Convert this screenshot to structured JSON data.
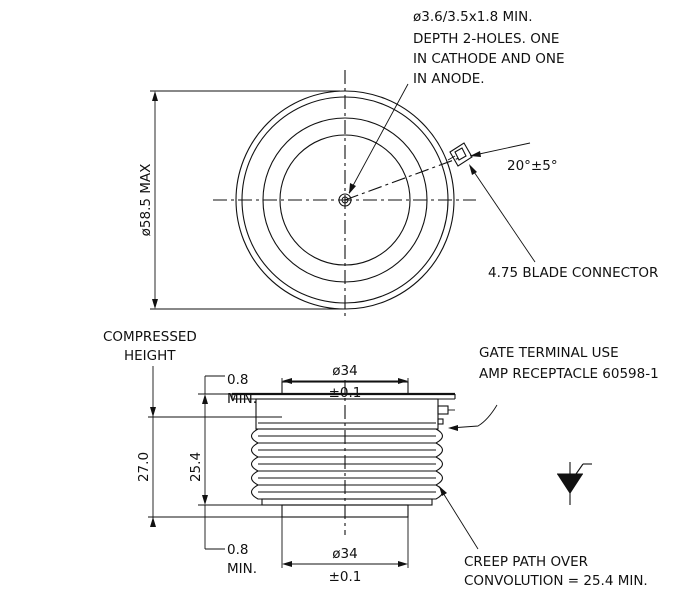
{
  "top_view": {
    "hole_note": [
      "ø3.6/3.5x1.8 MIN.",
      "DEPTH 2-HOLES. ONE",
      "IN CATHODE AND ONE",
      "IN ANODE."
    ],
    "diameter_label": "ø58.5 MAX",
    "angle_label": "20°±5°",
    "blade_label": "4.75 BLADE CONNECTOR"
  },
  "side_view": {
    "compressed_label": [
      "COMPRESSED",
      "HEIGHT"
    ],
    "gate_label": [
      "GATE TERMINAL USE",
      "AMP RECEPTACLE 60598-1"
    ],
    "top_gap": [
      "0.8",
      "MIN."
    ],
    "bottom_gap": [
      "0.8",
      "MIN."
    ],
    "top_dia": [
      "ø34",
      "±0.1"
    ],
    "bottom_dia": [
      "ø34",
      "±0.1"
    ],
    "height_outer": "27.0",
    "height_inner": "25.4",
    "creep_label": [
      "CREEP PATH OVER",
      "CONVOLUTION = 25.4 MIN."
    ]
  }
}
